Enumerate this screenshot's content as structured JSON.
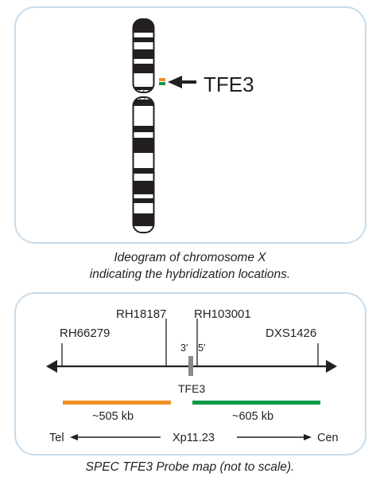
{
  "ideogram": {
    "gene_label": "TFE3",
    "caption_line1": "Ideogram of chromosome X",
    "caption_line2": "indicating the hybridization locations.",
    "probe_colors": {
      "top": "#ef8e22",
      "bottom": "#0f9a48"
    }
  },
  "probe_map": {
    "markers": {
      "rh66279": "RH66279",
      "rh18187": "RH18187",
      "rh103001": "RH103001",
      "dxs1426": "DXS1426"
    },
    "end_3": "3′",
    "end_5": "5′",
    "gene_label": "TFE3",
    "orange_probe_size": "~505 kb",
    "green_probe_size": "~605 kb",
    "tel_label": "Tel",
    "band_label": "Xp11.23",
    "cen_label": "Cen",
    "orange_color": "#ef8e22",
    "green_color": "#0f9a48",
    "caption": "SPEC TFE3 Probe map (not to scale)."
  }
}
